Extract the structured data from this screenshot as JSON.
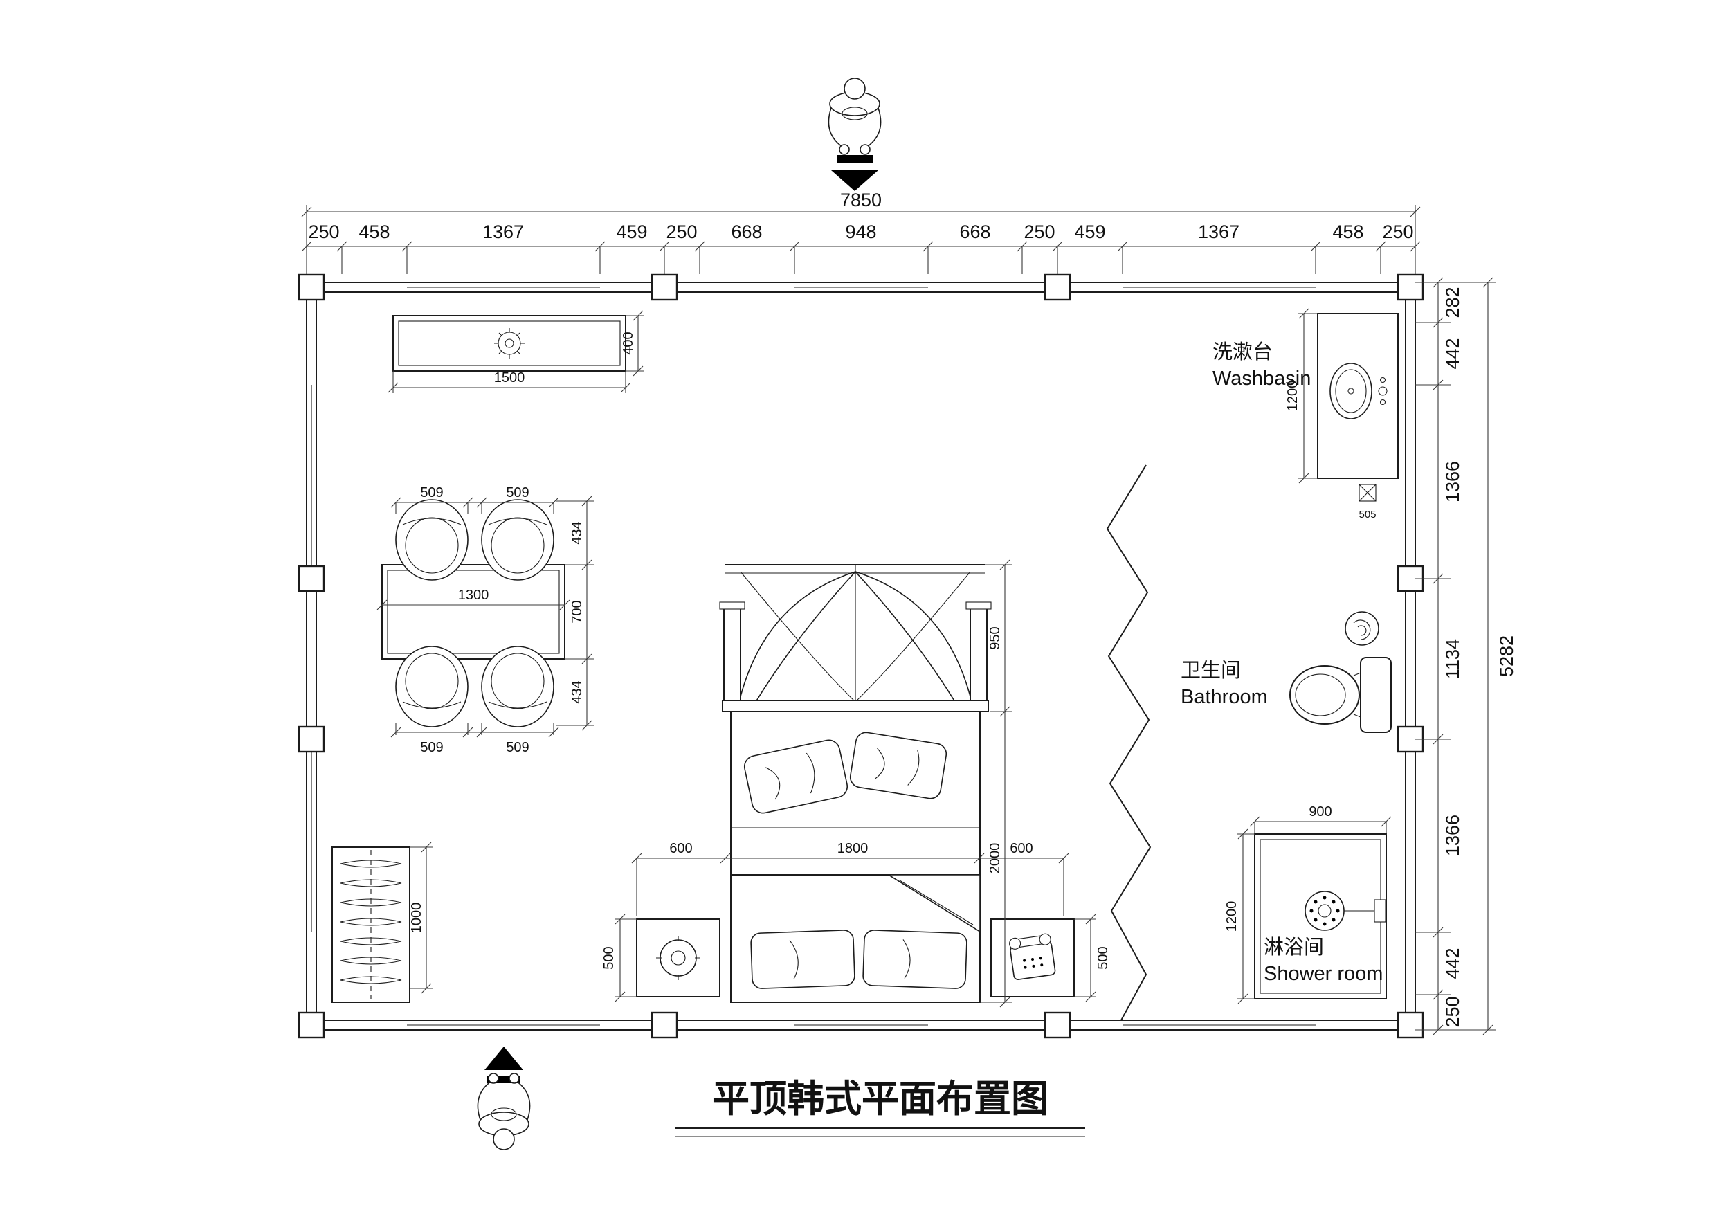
{
  "title": "平顶韩式平面布置图",
  "labels": {
    "washbasin_zh": "洗漱台",
    "washbasin_en": "Washbasin",
    "bathroom_zh": "卫生间",
    "bathroom_en": "Bathroom",
    "shower_zh": "淋浴间",
    "shower_en": "Shower room"
  },
  "dims": {
    "top_total": "7850",
    "top_segments": [
      "250",
      "458",
      "1367",
      "459",
      "250",
      "668",
      "948",
      "668",
      "250",
      "459",
      "1367",
      "458",
      "250"
    ],
    "right_total": "5282",
    "right_segments": [
      "282",
      "442",
      "1366",
      "1134",
      "1366",
      "442",
      "250"
    ],
    "light": {
      "width": "1500",
      "depth": "400"
    },
    "table": {
      "width": "1300",
      "depth": "700"
    },
    "chairs": {
      "seat_top_1": "509",
      "seat_top_2": "509",
      "back_top": "434",
      "back_bottom": "434",
      "seat_bottom_1": "509",
      "seat_bottom_2": "509"
    },
    "wardrobe": {
      "height": "1000"
    },
    "bed": {
      "canopy": "950",
      "length": "2000",
      "side_left": "600",
      "width": "1800",
      "side_right": "600",
      "nightstand_left": "500",
      "nightstand_right": "500"
    },
    "washbasin": {
      "depth": "1200",
      "drain": "505"
    },
    "shower": {
      "width": "900",
      "depth": "1200"
    }
  }
}
